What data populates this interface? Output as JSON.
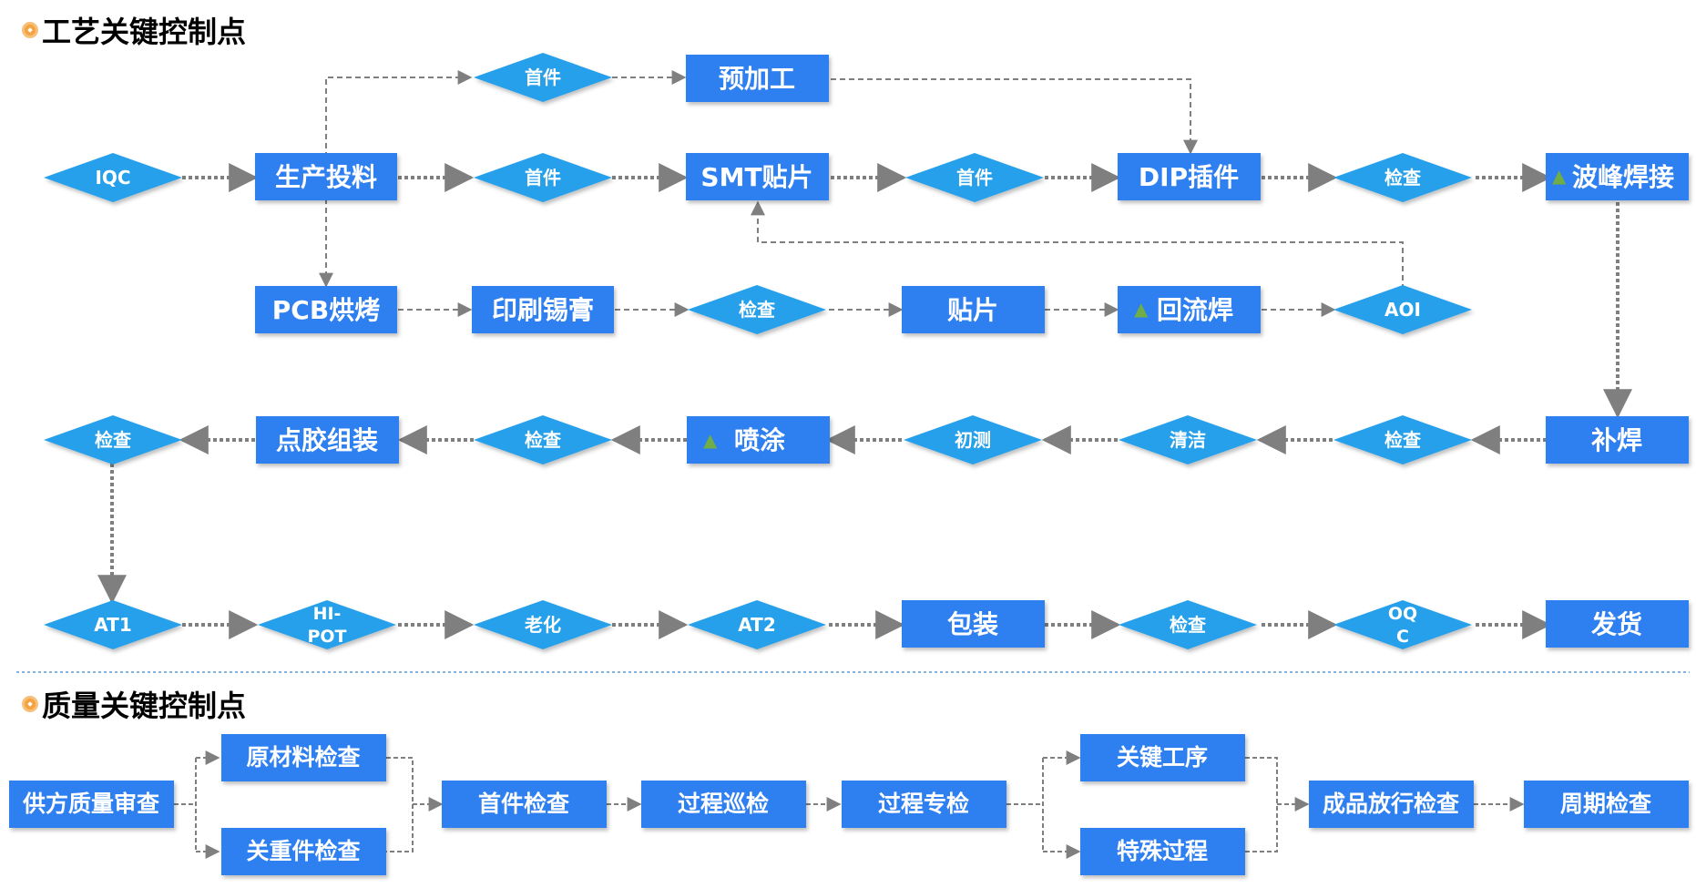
{
  "process_section": {
    "title": "工艺关键控制点",
    "boxes": {
      "production": "生产投料",
      "prework": "预加工",
      "smt": "SMT贴片",
      "dip": "DIP插件",
      "wave": "波峰焊接",
      "pcb_bake": "PCB烘烤",
      "print": "印刷锡膏",
      "place": "贴片",
      "reflow": "回流焊",
      "repair": "补焊",
      "spray": "喷涂",
      "assembly": "点胶组装",
      "package": "包装",
      "ship": "发货"
    },
    "diamonds": {
      "iqc": "IQC",
      "first1": "首件",
      "first2": "首件",
      "first3": "首件",
      "check_dip": "检查",
      "check_print": "检查",
      "aoi": "AOI",
      "check_repair": "检查",
      "clean": "清洁",
      "initial_test": "初测",
      "check_spray": "检查",
      "check_assembly": "检查",
      "at1": "AT1",
      "hipot_line1": "HI-",
      "hipot_line2": "POT",
      "aging": "老化",
      "at2": "AT2",
      "check_package": "检查",
      "oqc_line1": "OQ",
      "oqc_line2": "C"
    },
    "key_marker": "▲"
  },
  "quality_section": {
    "title": "质量关键控制点",
    "boxes": {
      "supplier": "供方质量审查",
      "raw_material": "原材料检查",
      "key_parts": "关重件检查",
      "first_article": "首件检查",
      "patrol": "过程巡检",
      "special_inspection": "过程专检",
      "key_process": "关键工序",
      "special_process": "特殊过程",
      "release": "成品放行检查",
      "periodic": "周期检查"
    }
  },
  "colors": {
    "box": "#2f7ff0",
    "diamond": "#27a0ea",
    "connector": "#7f7f7f",
    "marker": "#70ad47",
    "divider": "#5b9bd5"
  }
}
